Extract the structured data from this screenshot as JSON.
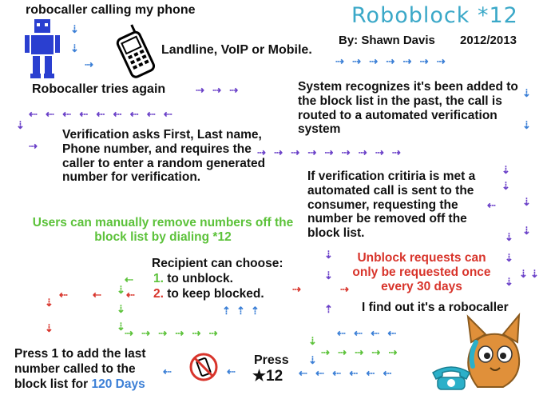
{
  "title": "Roboblock *12",
  "byline": "By: Shawn Davis",
  "year": "2012/2013",
  "steps": {
    "robocaller_calling": "robocaller calling my phone",
    "phone_types": "Landline, VoIP or Mobile.",
    "tries_again": "Robocaller tries again",
    "recognized": "System recognizes it's been added to the block list in the past, the call is routed to a automated verification system",
    "verification": "Verification asks First, Last name, Phone number, and requires the caller to enter a random generated number for verification.",
    "criteria_met": "If verification critiria is met a automated call is sent to the consumer, requesting the number be removed off the block list.",
    "manual_remove": "Users can manually remove numbers off the block list by dialing *12",
    "unblock_limit": "Unblock requests can only be requested once every 30 days",
    "recipient_choose": "Recipient can choose:",
    "option1_num": "1.",
    "option1_text": "to unblock.",
    "option2_num": "2.",
    "option2_text": "to keep blocked.",
    "find_out": "I find out it's a robocaller",
    "press1_line1": "Press 1 to add the last",
    "press1_line2": "number called to the",
    "press1_line3a": "block list for",
    "press1_days": "120 Days",
    "press_label": "Press",
    "press_star": "★",
    "press_code": "12"
  },
  "colors": {
    "title": "#3aa8c8",
    "blue_arrows": "#3b7fd6",
    "purple_arrows": "#6a40c8",
    "green": "#5cc23a",
    "red": "#d8342b",
    "robot": "#2a3fd0",
    "cat": "#e0903a",
    "phone_teal": "#2bb0c9"
  },
  "icons": [
    "robot-icon",
    "cellphone-icon",
    "no-phone-icon",
    "cat-icon",
    "telephone-icon"
  ]
}
